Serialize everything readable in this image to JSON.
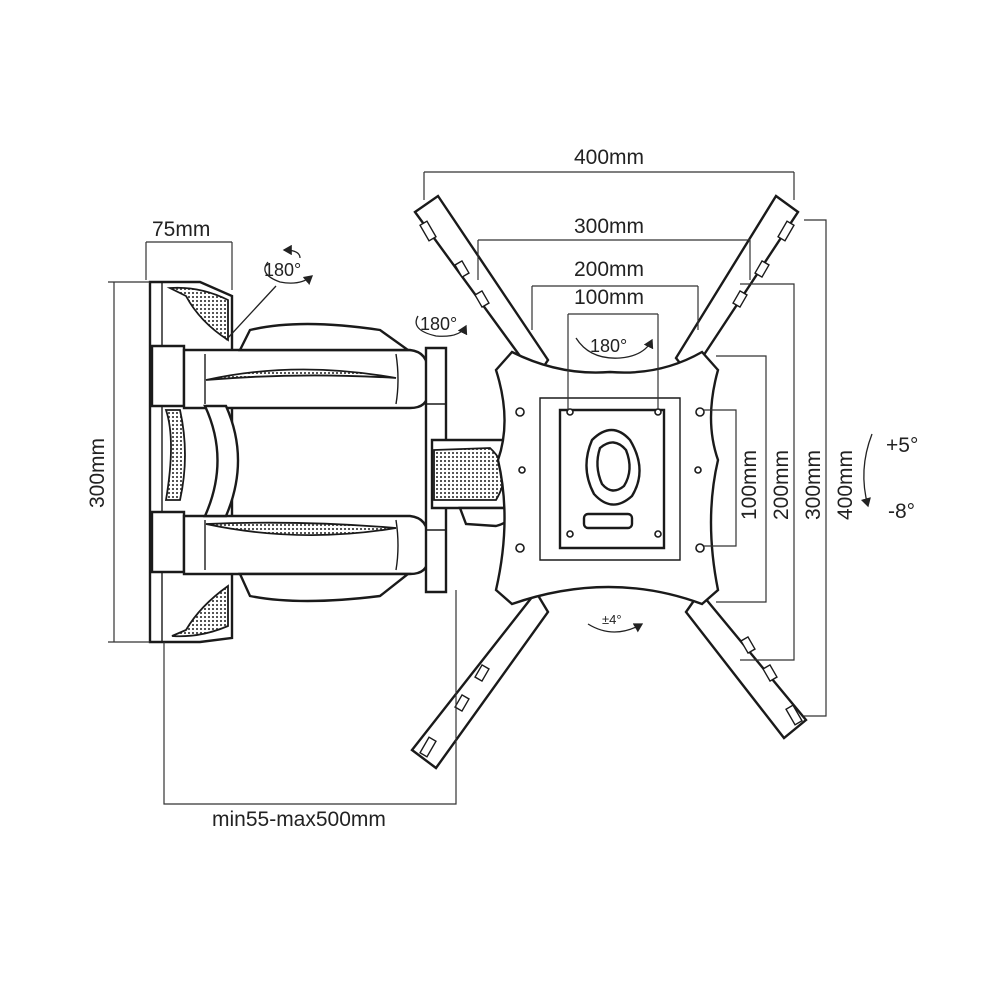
{
  "labels": {
    "arm_depth": "75mm",
    "wall_plate_height": "300mm",
    "extension": "min55-max500mm",
    "vesa_h_400": "400mm",
    "vesa_h_300": "300mm",
    "vesa_h_200": "200mm",
    "vesa_h_100": "100mm",
    "vesa_v_100": "100mm",
    "vesa_v_200": "200mm",
    "vesa_v_300": "300mm",
    "vesa_v_400": "400mm",
    "rotation_wall": "180°",
    "rotation_arm": "180°",
    "rotation_plate": "180°",
    "tilt_up": "+5°",
    "tilt_down": "-8°",
    "level_adjust": "±4°"
  },
  "colors": {
    "line": "#1a1a1a",
    "background": "#ffffff"
  }
}
